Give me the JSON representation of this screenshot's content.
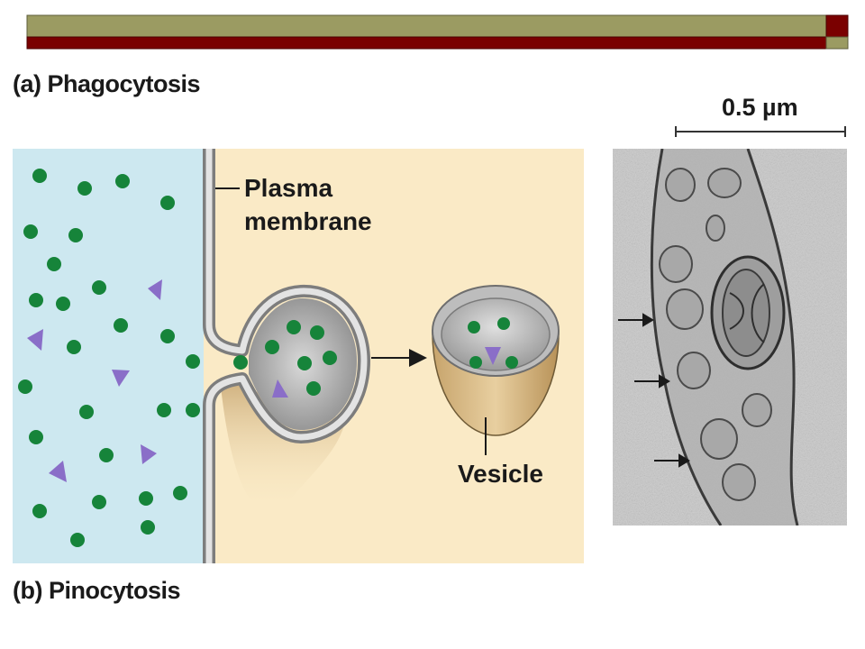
{
  "captions": {
    "a": "(a) Phagocytosis",
    "b": "(b) Pinocytosis"
  },
  "labels": {
    "plasma_membrane_line1": "Plasma",
    "plasma_membrane_line2": "membrane",
    "vesicle": "Vesicle"
  },
  "scale_bar": {
    "label": "0.5 µm"
  },
  "colors": {
    "header_olive": "#9b9b62",
    "header_maroon": "#7a0000",
    "extracellular": "#cde8f0",
    "cytoplasm": "#faeac6",
    "particle_green": "#16843a",
    "solute_purple": "#8a6ec8",
    "membrane_gray": "#9a9a9a"
  },
  "icons": [
    "right-arrow-icon"
  ]
}
